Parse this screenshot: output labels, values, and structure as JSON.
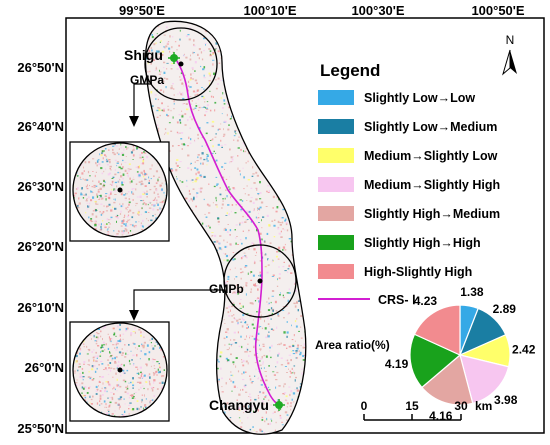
{
  "axes": {
    "top_ticks": [
      "99°50'E",
      "100°10'E",
      "100°30'E",
      "100°50'E"
    ],
    "left_ticks": [
      "26°50'N",
      "26°40'N",
      "26°30'N",
      "26°20'N",
      "26°10'N",
      "26°0'N",
      "25°50'N"
    ]
  },
  "north_arrow": {
    "label": "N",
    "icon": "north-arrow-icon"
  },
  "places": {
    "shigu": "Shigu",
    "changyu": "Changyu",
    "gmpa": "GMPa",
    "gmpb": "GMPb"
  },
  "legend": {
    "title": "Legend",
    "items": [
      {
        "label": "Slightly Low→Low",
        "color": "#35a9e6"
      },
      {
        "label": "Slightly Low→Medium",
        "color": "#1a7ea3"
      },
      {
        "label": "Medium→Slightly Low",
        "color": "#ffff6a"
      },
      {
        "label": "Medium→Slightly High",
        "color": "#f7c6f0"
      },
      {
        "label": "Slightly High→Medium",
        "color": "#e3a6a2"
      },
      {
        "label": "Slightly High→High",
        "color": "#19a21c"
      },
      {
        "label": "High-Slightly High",
        "color": "#f28b8f"
      }
    ],
    "route_label": "CRS- Ⅰ",
    "route_color": "#d21fd2"
  },
  "area_ratio": {
    "label": "Area ratio(%)",
    "values": [
      1.38,
      2.89,
      2.42,
      3.98,
      4.16,
      4.19,
      4.23
    ],
    "value_labels": [
      "1.38",
      "2.89",
      "2.42",
      "3.98",
      "4.16",
      "4.19",
      "4.23"
    ]
  },
  "scale_bar": {
    "ticks": [
      "0",
      "15",
      "30"
    ],
    "unit": "km"
  }
}
